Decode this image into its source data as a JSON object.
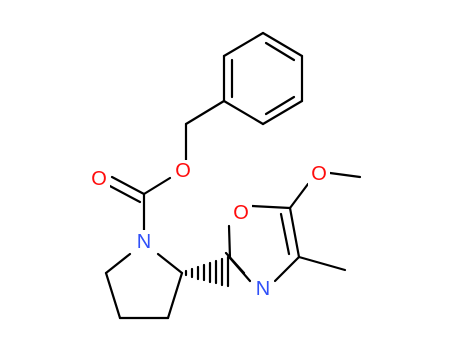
{
  "molecule": {
    "atom_labels": {
      "carbonyl_o": "O",
      "ester_o": "O",
      "pyrrolidine_n": "N",
      "ring_o": "O",
      "ring_n": "N",
      "methoxy_o": "O"
    },
    "colors": {
      "oxygen": "#ff0d0d",
      "nitrogen": "#3050f8",
      "bond": "#000000"
    }
  }
}
